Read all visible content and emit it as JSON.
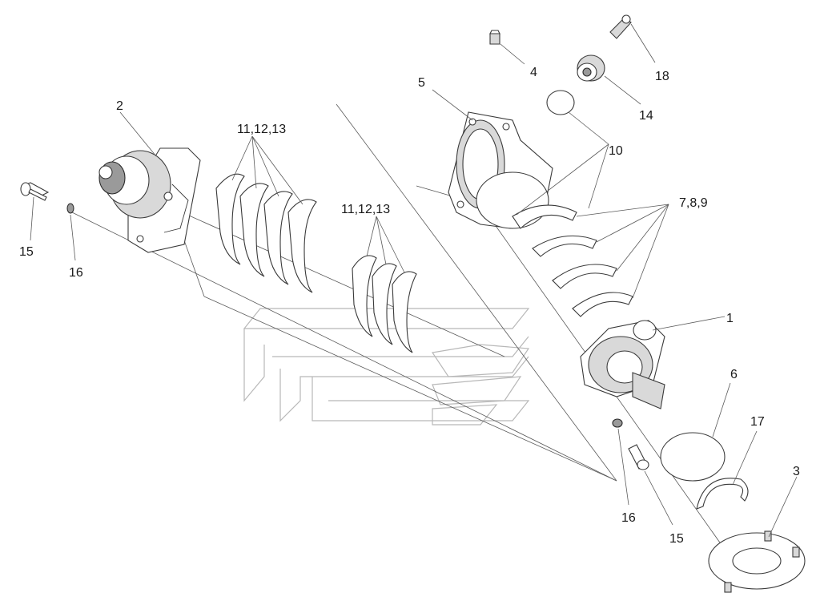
{
  "callouts": {
    "c1": "1",
    "c2": "2",
    "c3": "3",
    "c4": "4",
    "c5": "5",
    "c6": "6",
    "c7_8_9": "7,8,9",
    "c10": "10",
    "c11_12_13_a": "11,12,13",
    "c11_12_13_b": "11,12,13",
    "c14": "14",
    "c15_a": "15",
    "c15_b": "15",
    "c16_a": "16",
    "c16_b": "16",
    "c17": "17",
    "c18": "18"
  }
}
